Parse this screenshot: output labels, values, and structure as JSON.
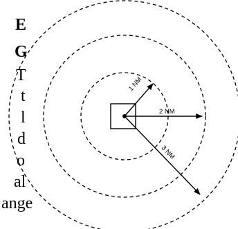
{
  "text_fragments": [
    "E",
    "G",
    "T",
    "t",
    "l",
    "d",
    "o",
    "al",
    "ange"
  ],
  "diagram": {
    "labels": {
      "ring1": "1 NM",
      "ring2": "2 NM",
      "ring3": "3 NM"
    },
    "ring_radii_nm": [
      1,
      2,
      3
    ]
  }
}
